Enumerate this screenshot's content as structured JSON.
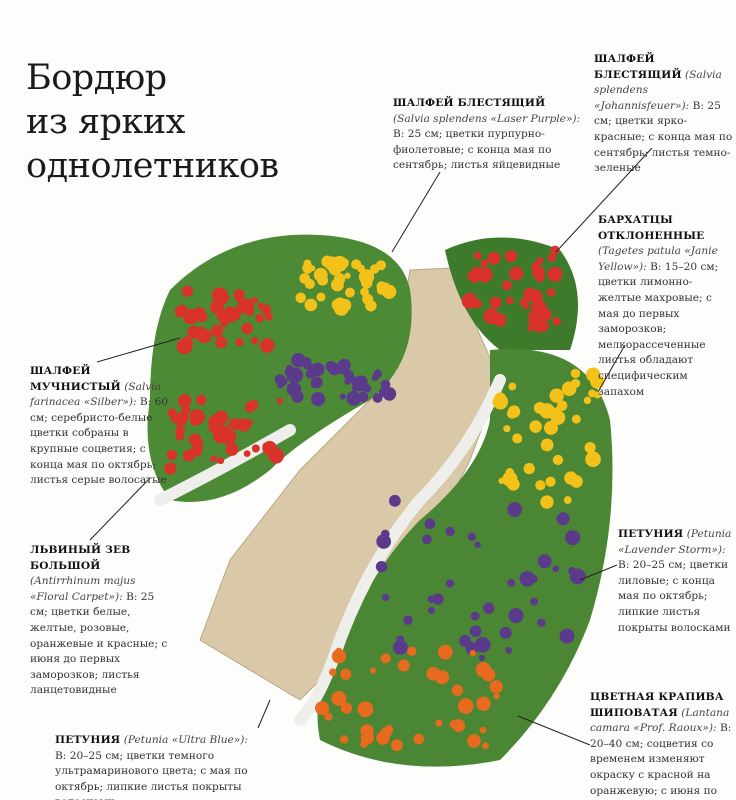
{
  "title": {
    "lines": [
      "Бордюр",
      "из ярких",
      "однолетников"
    ]
  },
  "annotations": [
    {
      "id": "salvia-laser-purple",
      "name": "ШАЛФЕЙ БЛЕСТЯЩИЙ",
      "latin": "(Salvia splendens «Laser Purple»):",
      "text": " В: 25 см; цветки пурпурно-фиолетовые; с конца мая по сентябрь; листья яйцевидные"
    },
    {
      "id": "salvia-johannisfeuer",
      "name": "ШАЛФЕЙ БЛЕСТЯЩИЙ",
      "latin": "(Salvia splendens «Johannisfeuer»):",
      "text": " В: 25 см; цветки ярко-красные; с конца мая по сентябрь; листья темно-зеленые"
    },
    {
      "id": "tagetes",
      "name": "БАРХАТЦЫ ОТКЛОНЕННЫЕ",
      "latin": "(Tagetes patula «Janie Yellow»):",
      "text": " В: 15–20 см; цветки лимонно-желтые махровые; с мая до первых заморозков; мелкорассеченные листья обладают специфическим запахом"
    },
    {
      "id": "salvia-farinacea",
      "name": "ШАЛФЕЙ МУЧНИСТЫЙ",
      "latin": "(Salvia farinacea «Silber»):",
      "text": " В: 60 см; серебристо-белые цветки собраны в крупные соцветия; с конца мая по октябрь; листья серые волосатые"
    },
    {
      "id": "antirrhinum",
      "name": "ЛЬВИНЫЙ ЗЕВ БОЛЬШОЙ",
      "latin": "(Antirrhinum majus «Floral Carpet»):",
      "text": " В: 25 см; цветки белые, желтые, розовые, оранжевые и красные; с июня до первых заморозков; листья ланцетовидные"
    },
    {
      "id": "petunia-lavender",
      "name": "ПЕТУНИЯ",
      "latin": "(Petunia «Lavender Storm»):",
      "text": " В: 20–25 см; цветки лиловые; с конца мая по октябрь; липкие листья покрыты волосками"
    },
    {
      "id": "lantana",
      "name": "ЦВЕТНАЯ КРАПИВА ШИПОВАТАЯ",
      "latin": "(Lantana camara «Prof. Raoux»):",
      "text": " В: 20–40 см; соцветия со временем изменяют окраску с красной на оранжевую; с июня по октябрь; ядовитое"
    },
    {
      "id": "petunia-ultra-blue",
      "name": "ПЕТУНИЯ",
      "latin": "(Petunia «Ultra Blue»):",
      "text": " В: 20–25 см; цветки темного ультрамаринового цвета; с мая по октябрь; липкие листья покрыты волосками"
    }
  ],
  "colors": {
    "red": "#d8322a",
    "purple": "#5b3a8c",
    "yellow": "#f2c21a",
    "orange": "#e86a1e",
    "green": "#3f7a2c",
    "path": "#d9c7a6"
  }
}
